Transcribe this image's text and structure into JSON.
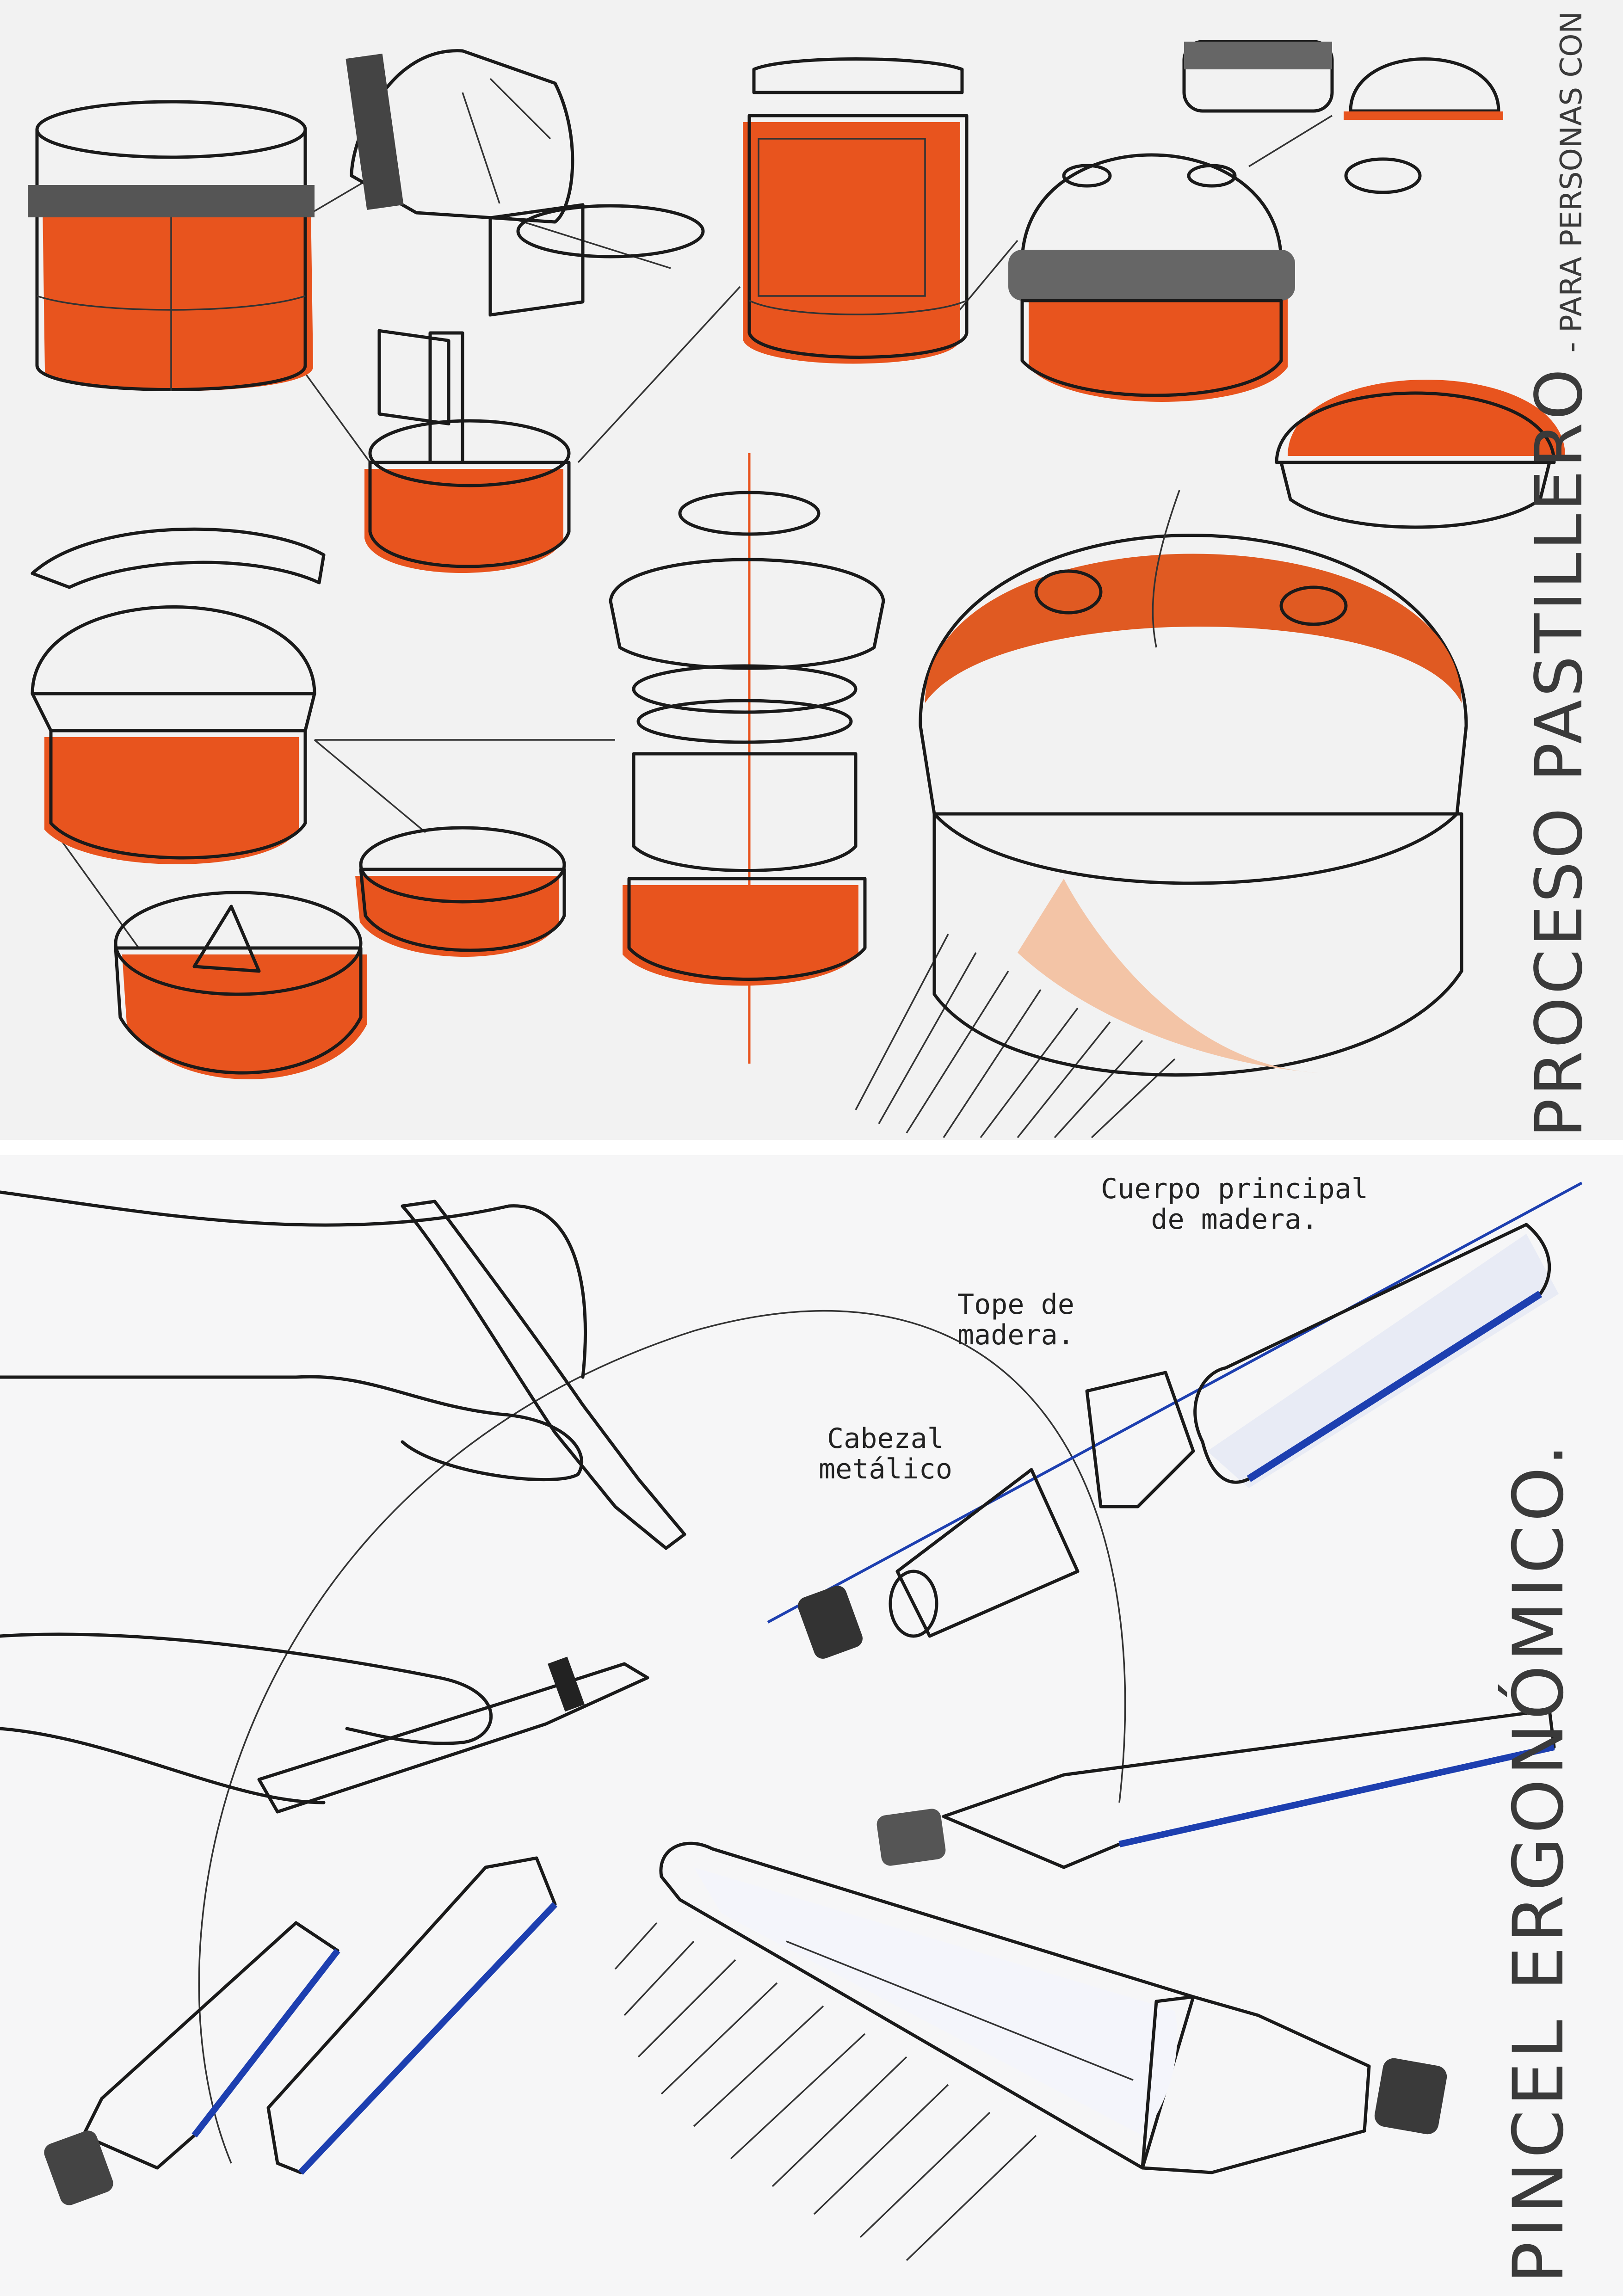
{
  "top_sheet": {
    "title": "PROCESO PASTILLERO",
    "subtitle": "- PARA PERSONAS CON DISFAGIA.",
    "accent_color": "#e8541e"
  },
  "bottom_sheet": {
    "title": "PINCEL ERGONÓMICO.",
    "accent_color": "#1d3fb0",
    "annotations": {
      "body": [
        "Cuerpo principal",
        "de madera."
      ],
      "stopper": [
        "Tope de",
        "madera."
      ],
      "head": [
        "Cabezal",
        "metálico"
      ]
    }
  }
}
